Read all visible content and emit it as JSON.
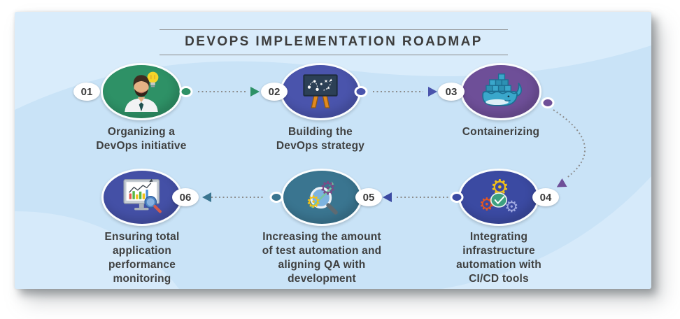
{
  "title": "DEVOPS IMPLEMENTATION ROADMAP",
  "steps": [
    {
      "num": "01",
      "label": "Organizing a\nDevOps initiative",
      "color": "#2e9166",
      "icon": "person-lightbulb-icon"
    },
    {
      "num": "02",
      "label": "Building the\nDevOps strategy",
      "color": "#4a54ac",
      "icon": "strategy-board-icon"
    },
    {
      "num": "03",
      "label": "Containerizing",
      "color": "#6e4f98",
      "icon": "docker-whale-icon"
    },
    {
      "num": "04",
      "label": "Integrating\ninfrastructure\nautomation with\nCI/CD tools",
      "color": "#3b4aa2",
      "icon": "gears-check-icon"
    },
    {
      "num": "05",
      "label": "Increasing the amount\nof test automation and\naligning QA with\ndevelopment",
      "color": "#3a7590",
      "icon": "magnifier-gears-icon"
    },
    {
      "num": "06",
      "label": "Ensuring total\napplication\nperformance\nmonitoring",
      "color": "#4450a6",
      "icon": "monitor-chart-icon"
    }
  ],
  "colors": {
    "canvas_bg": "#c9e3f7",
    "wave": "#dcedfb",
    "line": "#8c8c8c",
    "title": "#3c3c3c",
    "text": "#3f4040"
  }
}
